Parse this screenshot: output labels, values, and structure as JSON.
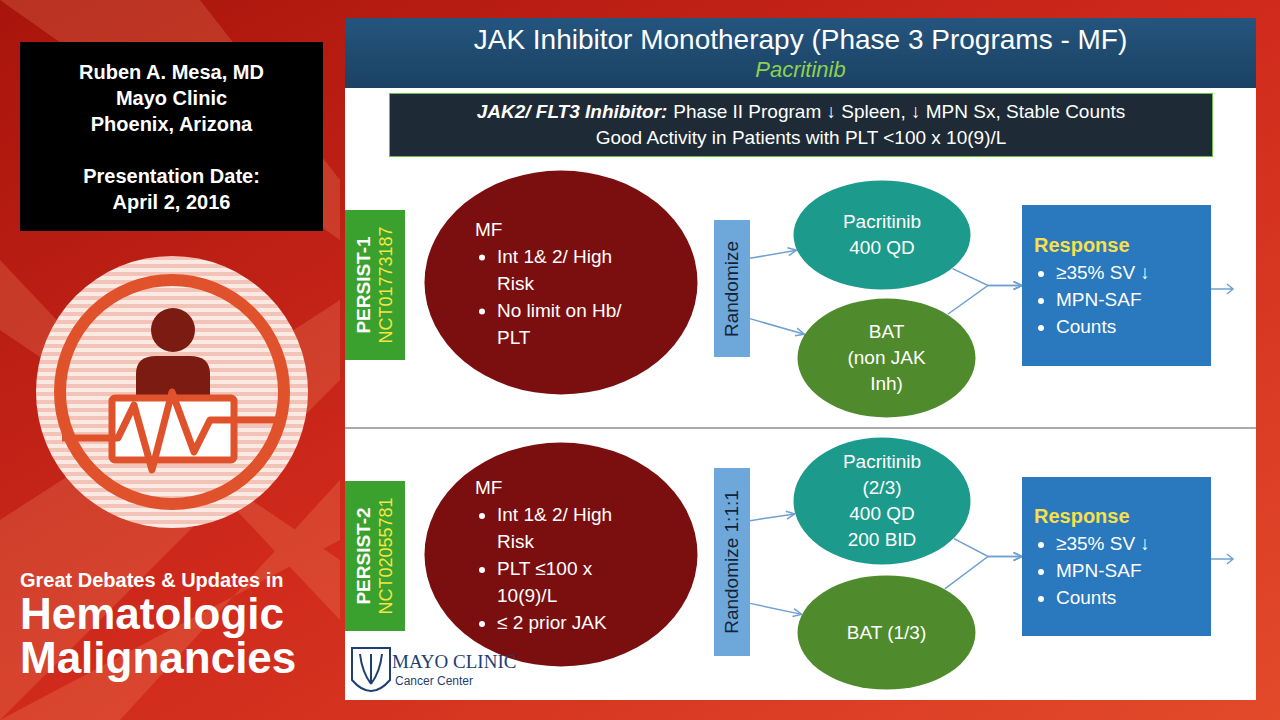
{
  "diagram": {
    "title": "JAK Inhibitor Monotherapy (Phase 3 Programs - MF)",
    "nodes": [
      {
        "text": [
          "Ruben A. Mesa, MD",
          "Mayo Clinic",
          "Phoenix, Arizona",
          "Presentation Date: April 2, 2016"
        ]
      },
      {
        "text": [
          "JAK2/ FLT3 Inhibitor:",
          "Phase II Program ↓ Spleen, ↓ MPN Sx, Stable Counts",
          "Good Activity in Patients with PLT <100 x 10(9)/L"
        ]
      },
      {
        "text": [
          "PERSIST-1",
          "NCT01773187"
        ]
      },
      {
        "text": [
          "MF",
          "Int 1& 2/ High Risk",
          "No limit on Hb/ PLT"
        ]
      },
      {
        "text": [
          "Randomize"
        ]
      },
      {
        "text": [
          "Pacritinib 400 QD"
        ]
      },
      {
        "text": [
          "BAT",
          "(non JAK Inh)"
        ]
      },
      {
        "text": [
          "Response",
          "≥35% SV ↓",
          "MPN-SAF",
          "Counts"
        ]
      },
      {
        "text": [
          "PERSIST-2",
          "NCT02055781"
        ]
      },
      {
        "text": [
          "MF",
          "Int 1& 2/ High Risk",
          "PLT ≤100 x 10(9)/L",
          "≤ 2 prior JAK"
        ]
      },
      {
        "text": [
          "Randomize 1:1:1"
        ]
      },
      {
        "text": [
          "Pacritinib (2/3)",
          "400 QD 200 BID"
        ]
      },
      {
        "text": [
          "BAT (1/3)"
        ]
      },
      {
        "text": [
          "Response",
          "≥35% SV ↓",
          "MPN-SAF",
          "Counts"
        ]
      }
    ],
    "edges": [
      {
        "from": 4,
        "to": 5,
        "arrow": "to"
      },
      {
        "from": 4,
        "to": 6,
        "arrow": "to"
      },
      {
        "from": 5,
        "to": 7,
        "arrow": "to"
      },
      {
        "from": 6,
        "to": 7,
        "arrow": "to"
      },
      {
        "from": 10,
        "to": 11,
        "arrow": "to"
      },
      {
        "from": 10,
        "to": 12,
        "arrow": "to"
      },
      {
        "from": 11,
        "to": 13,
        "arrow": "to"
      },
      {
        "from": 12,
        "to": 13,
        "arrow": "to"
      }
    ],
    "labels": [
      "Pacritinib",
      "Great Debates & Updates in",
      "Hematologic Malignancies",
      "MAYO CLINIC",
      "Cancer Center"
    ]
  }
}
